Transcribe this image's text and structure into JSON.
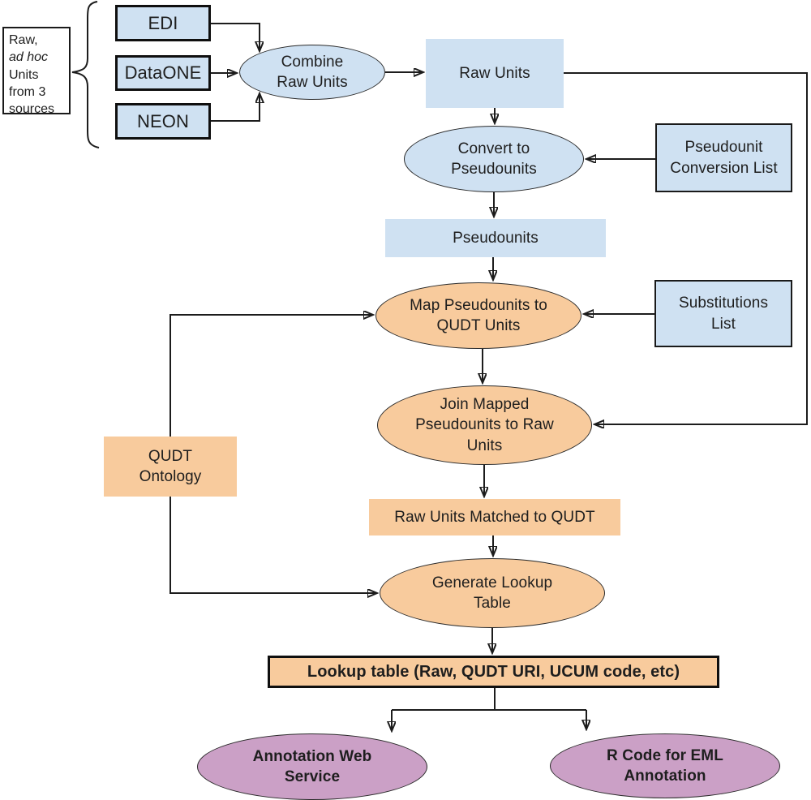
{
  "diagram": {
    "description": "Flowchart of converting raw ad hoc units from three data sources into a QUDT lookup table",
    "colors": {
      "blue_fill": "#cfe1f2",
      "orange_fill": "#f8cb9d",
      "purple_fill": "#cba0c6",
      "line": "#1c1c1c",
      "background": "#ffffff"
    },
    "source_note": {
      "line1": "Raw,",
      "line2_italic": "ad hoc",
      "line3": "Units",
      "line4": "from 3",
      "line5": "sources"
    },
    "sources": [
      {
        "label": "EDI"
      },
      {
        "label": "DataONE"
      },
      {
        "label": "NEON"
      }
    ],
    "nodes": {
      "combine": {
        "label": "Combine\nRaw Units",
        "shape": "ellipse",
        "color": "blue"
      },
      "raw_units": {
        "label": "Raw Units",
        "shape": "rect",
        "color": "blue"
      },
      "convert": {
        "label": "Convert to\nPseudounits",
        "shape": "ellipse",
        "color": "blue"
      },
      "pseudounit_conversion_list": {
        "label": "Pseudounit\nConversion List",
        "shape": "rect",
        "color": "blue"
      },
      "pseudounits": {
        "label": "Pseudounits",
        "shape": "rect",
        "color": "blue"
      },
      "map_pseudounits": {
        "label": "Map Pseudounits to\nQUDT Units",
        "shape": "ellipse",
        "color": "orange"
      },
      "substitutions_list": {
        "label": "Substitutions\nList",
        "shape": "rect",
        "color": "blue"
      },
      "join_mapped": {
        "label": "Join Mapped\nPseudounits to Raw\nUnits",
        "shape": "ellipse",
        "color": "orange"
      },
      "qudt_ontology": {
        "label": "QUDT\nOntology",
        "shape": "rect",
        "color": "orange"
      },
      "raw_units_matched": {
        "label": "Raw Units Matched to QUDT",
        "shape": "rect",
        "color": "orange"
      },
      "generate_lookup": {
        "label": "Generate Lookup\nTable",
        "shape": "ellipse",
        "color": "orange"
      },
      "lookup_table": {
        "label": "Lookup table (Raw, QUDT URI, UCUM code, etc)",
        "shape": "rect",
        "color": "orange"
      },
      "annotation_web_service": {
        "label": "Annotation Web\nService",
        "shape": "ellipse",
        "color": "purple"
      },
      "r_code_eml": {
        "label": "R Code for EML\nAnnotation",
        "shape": "ellipse",
        "color": "purple"
      }
    }
  }
}
